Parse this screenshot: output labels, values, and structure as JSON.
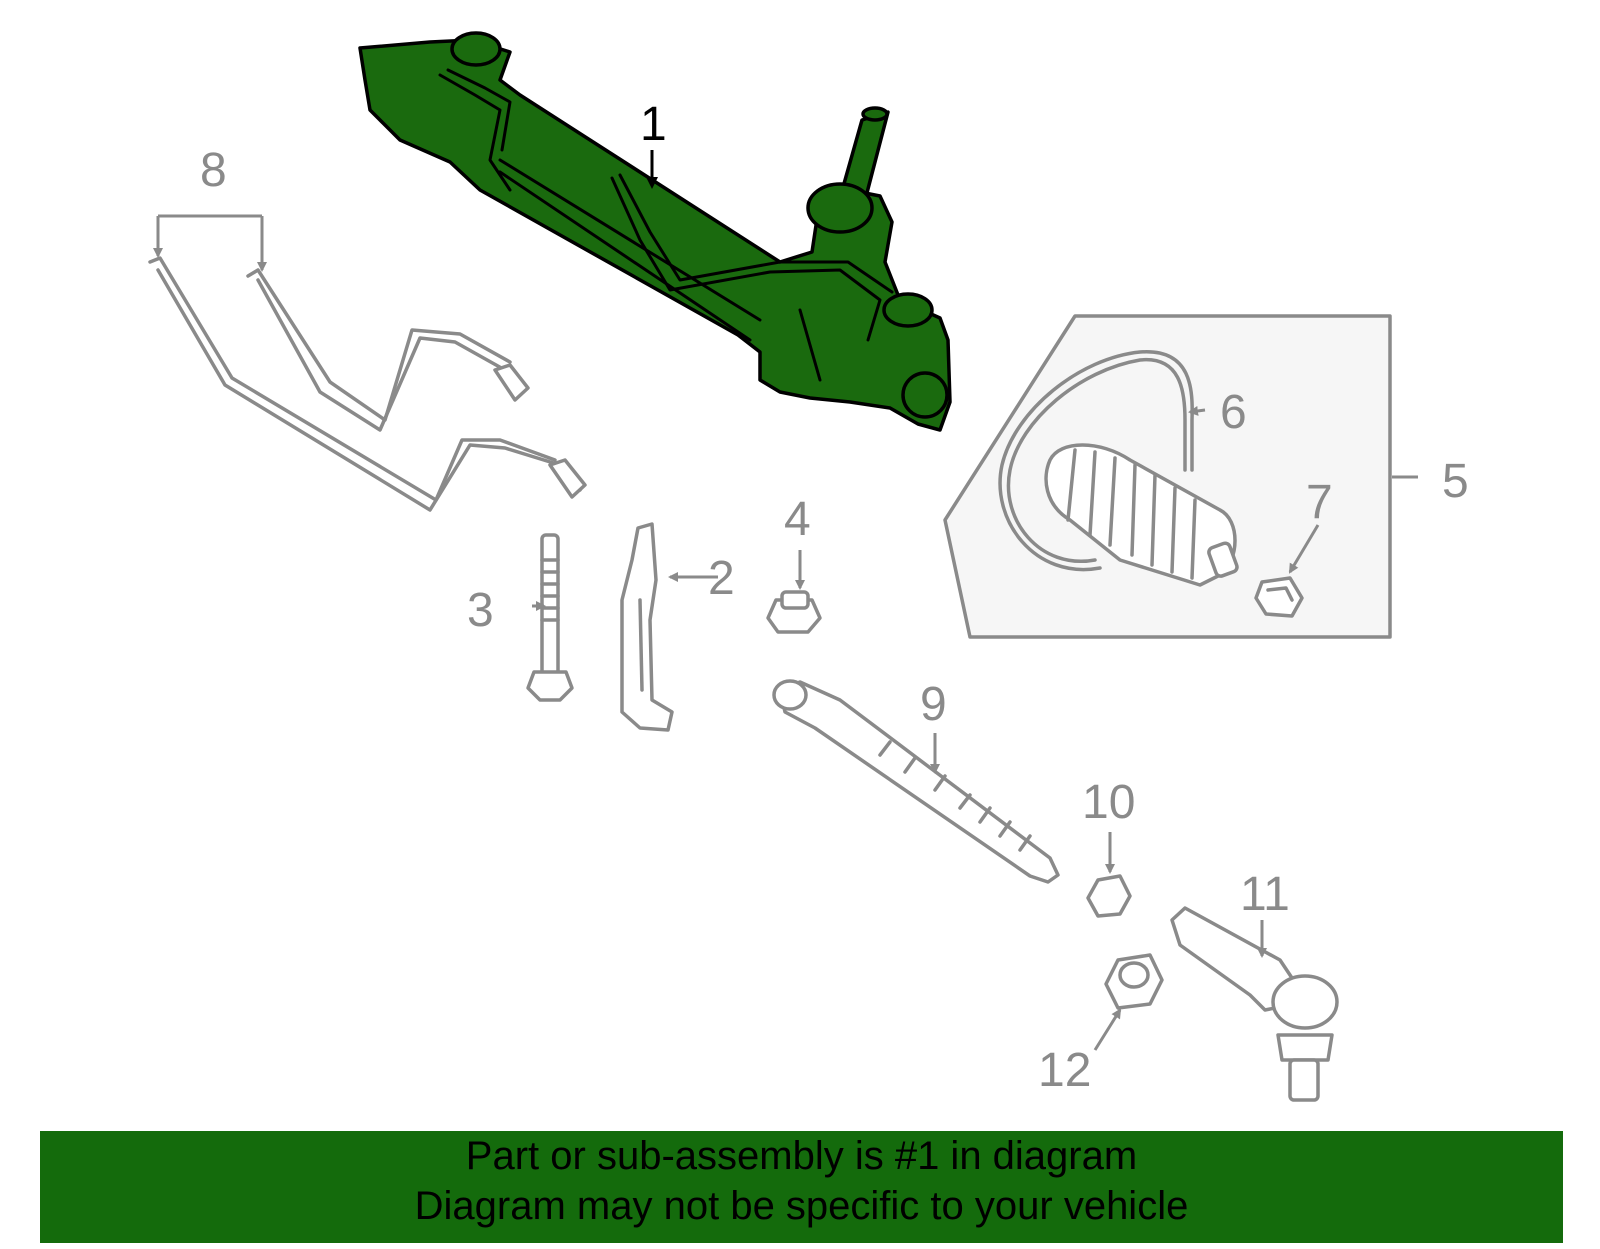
{
  "diagram": {
    "callouts": [
      "1",
      "2",
      "3",
      "4",
      "5",
      "6",
      "7",
      "8",
      "9",
      "10",
      "11",
      "12"
    ],
    "highlighted_part": "1",
    "highlight_color": "#1a6a0e",
    "parts": {
      "p1": "steering-rack-assembly",
      "p2": "bracket",
      "p3": "bolt",
      "p4": "flange-nut",
      "p5": "boot-kit",
      "p6": "clamp",
      "p7": "clip",
      "p8": "pressure-lines",
      "p9": "inner-tie-rod",
      "p10": "nut",
      "p11": "outer-tie-rod-end",
      "p12": "jam-nut"
    }
  },
  "banner": {
    "line1": "Part or sub-assembly is #1 in diagram",
    "line2": "Diagram may not be specific to your vehicle",
    "color": "#146b0c"
  }
}
